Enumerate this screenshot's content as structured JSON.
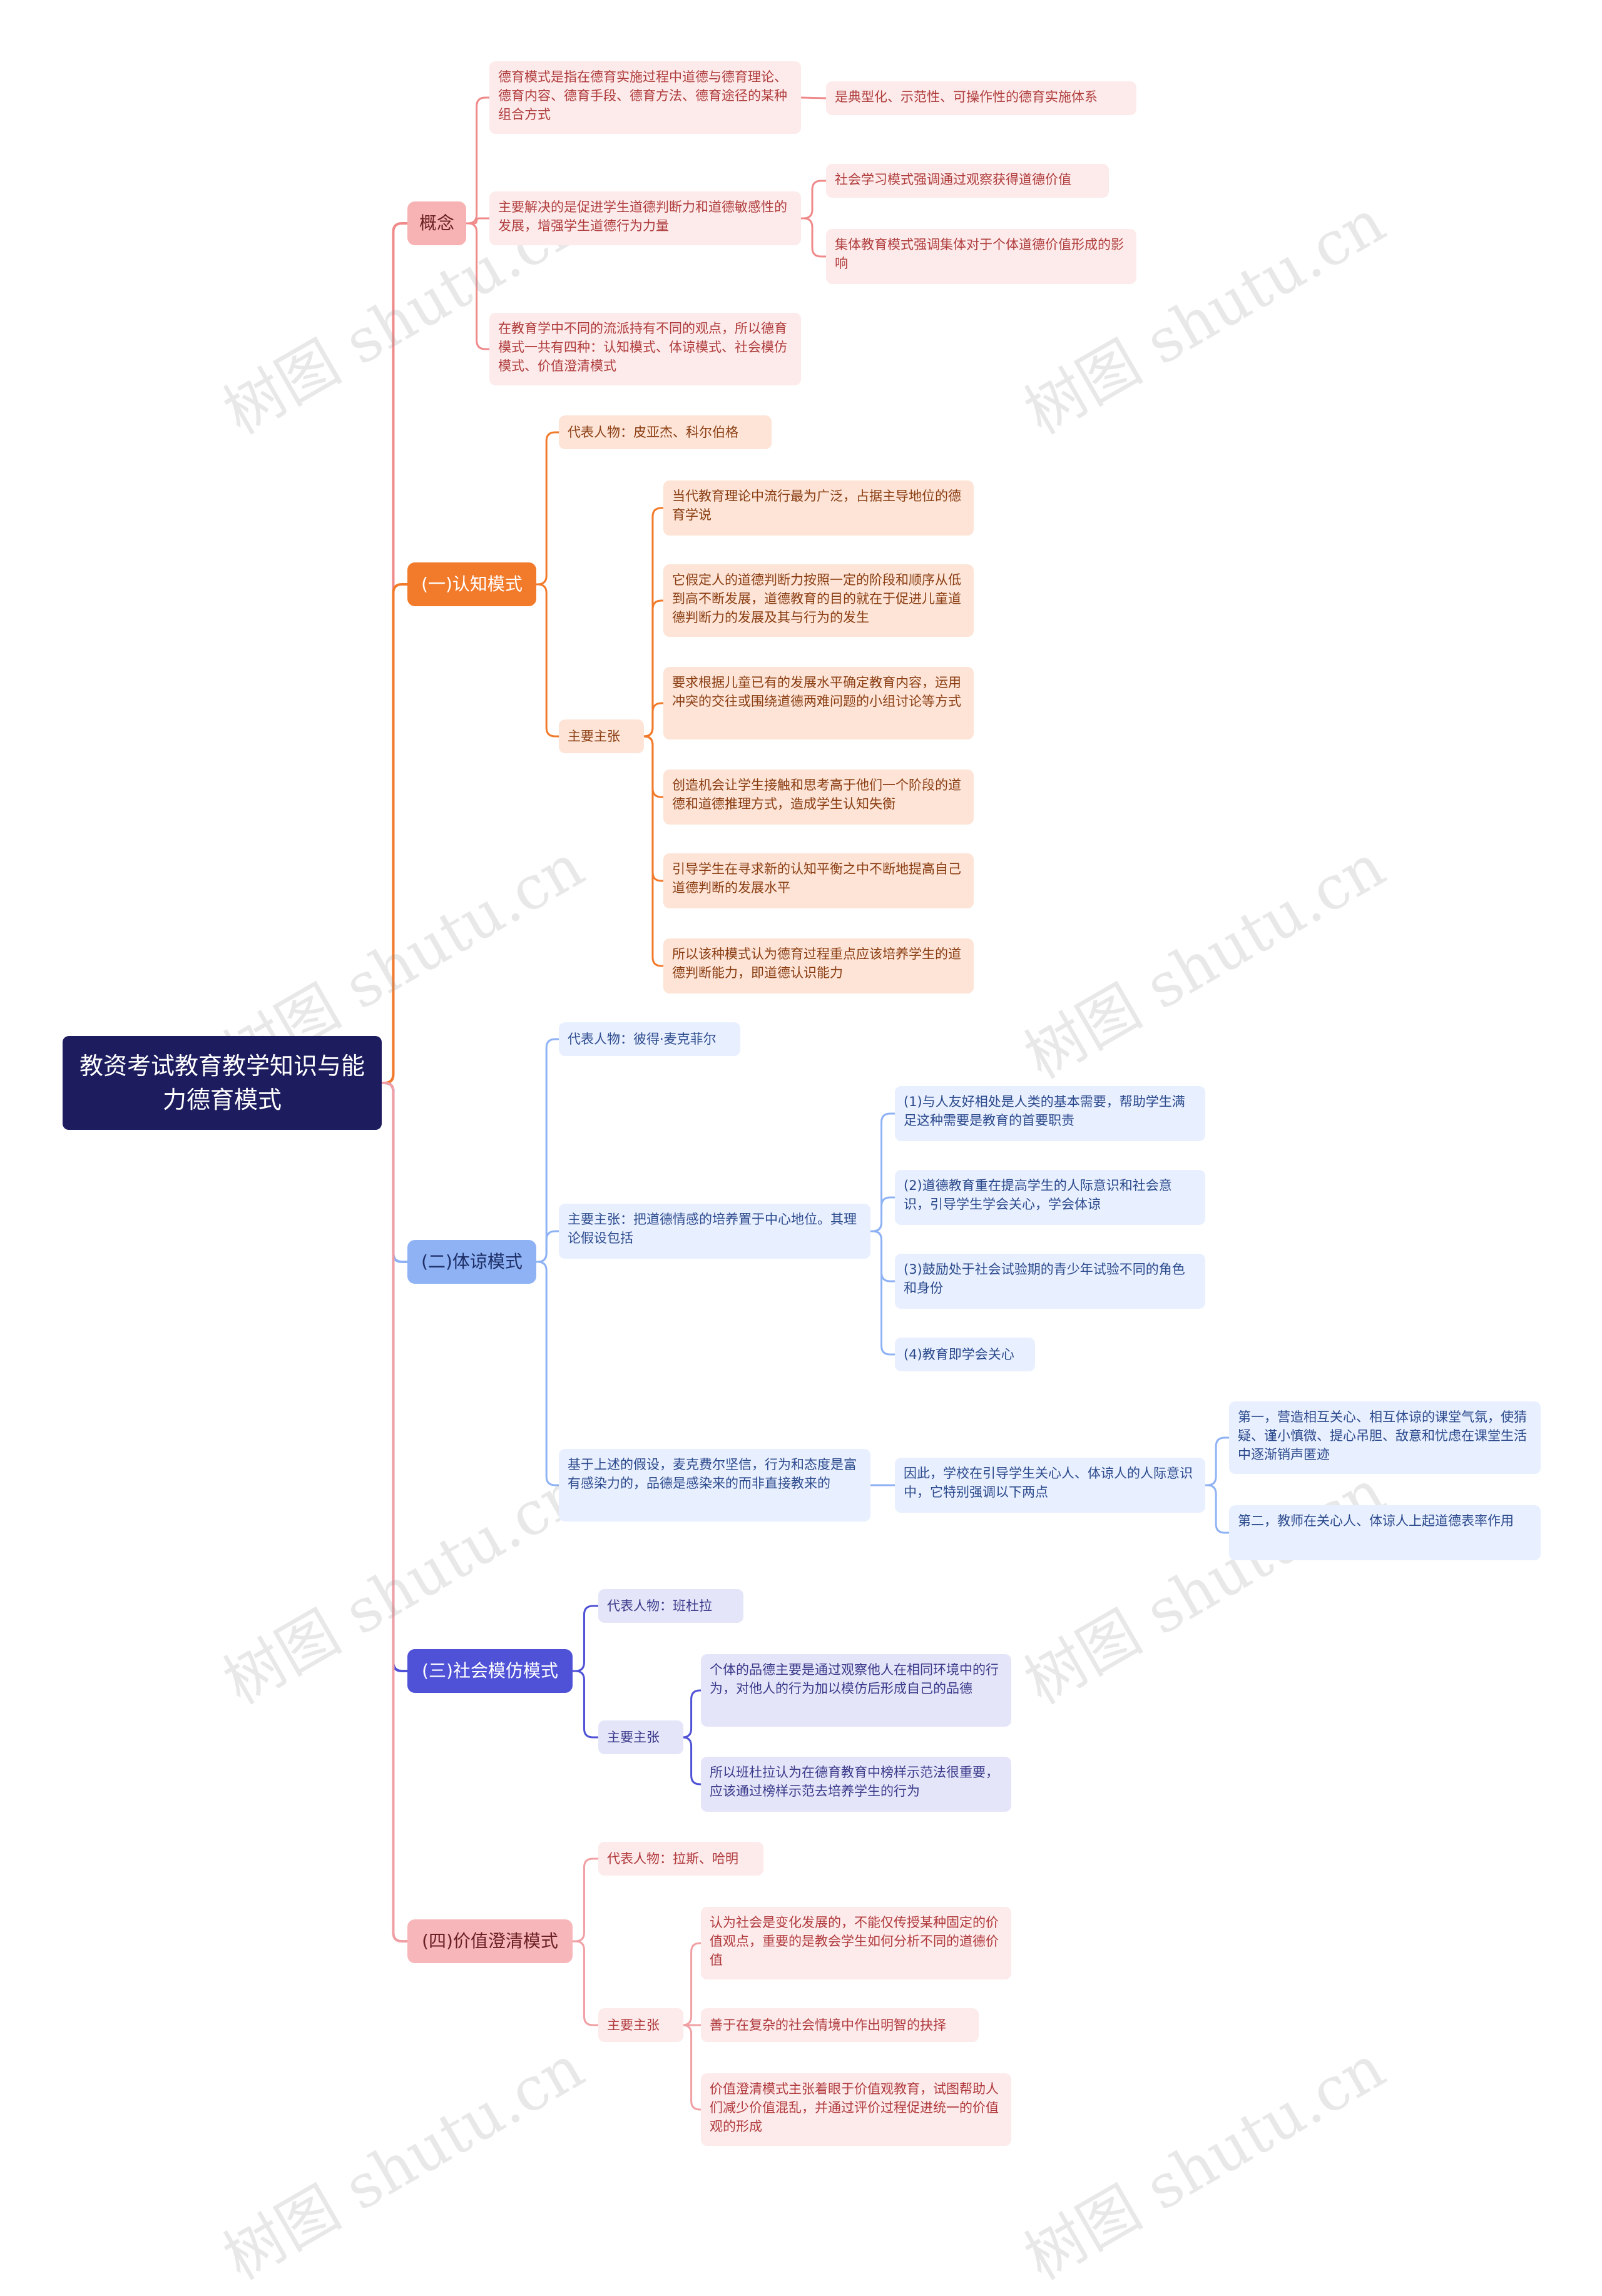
{
  "root": {
    "title": "教资考试教育教学知识与能力德育模式"
  },
  "colors": {
    "root": "#1d1c5e",
    "concept": "#f08a8a",
    "cognitive": "#f27a2b",
    "empathy": "#8fb2f5",
    "social": "#4f52d6",
    "values": "#f0a0a4"
  },
  "branches": {
    "concept": {
      "label": "概念",
      "items": [
        {
          "text": "德育模式是指在德育实施过程中道德与德育理论、德育内容、德育手段、德育方法、德育途径的某种组合方式",
          "children": [
            "是典型化、示范性、可操作性的德育实施体系"
          ]
        },
        {
          "text": "主要解决的是促进学生道德判断力和道德敏感性的发展，增强学生道德行为力量",
          "children": [
            "社会学习模式强调通过观察获得道德价值",
            "集体教育模式强调集体对于个体道德价值形成的影响"
          ]
        },
        {
          "text": "在教育学中不同的流派持有不同的观点，所以德育模式一共有四种：认知模式、体谅模式、社会模仿模式、价值澄清模式"
        }
      ]
    },
    "cognitive": {
      "label": "(一)认知模式",
      "representative": "代表人物：皮亚杰、科尔伯格",
      "claims_label": "主要主张",
      "claims": [
        "当代教育理论中流行最为广泛，占据主导地位的德育学说",
        "它假定人的道德判断力按照一定的阶段和顺序从低到高不断发展，道德教育的目的就在于促进儿童道德判断力的发展及其与行为的发生",
        "要求根据儿童已有的发展水平确定教育内容，运用冲突的交往或围绕道德两难问题的小组讨论等方式",
        "创造机会让学生接触和思考高于他们一个阶段的道德和道德推理方式，造成学生认知失衡",
        "引导学生在寻求新的认知平衡之中不断地提高自己道德判断的发展水平",
        "所以该种模式认为德育过程重点应该培养学生的道德判断能力，即道德认识能力"
      ]
    },
    "empathy": {
      "label": "(二)体谅模式",
      "representative": "代表人物：彼得·麦克菲尔",
      "claims_label": "主要主张：把道德情感的培养置于中心地位。其理论假设包括",
      "claims": [
        "(1)与人友好相处是人类的基本需要，帮助学生满足这种需要是教育的首要职责",
        "(2)道德教育重在提高学生的人际意识和社会意识，引导学生学会关心，学会体谅",
        "(3)鼓励处于社会试验期的青少年试验不同的角色和身份",
        "(4)教育即学会关心"
      ],
      "basis": "基于上述的假设，麦克费尔坚信，行为和态度是富有感染力的，品德是感染来的而非直接教来的",
      "therefore": "因此，学校在引导学生关心人、体谅人的人际意识中，它特别强调以下两点",
      "points": [
        "第一，营造相互关心、相互体谅的课堂气氛，使猜疑、谨小慎微、提心吊胆、敌意和忧虑在课堂生活中逐渐销声匿迹",
        "第二，教师在关心人、体谅人上起道德表率作用"
      ]
    },
    "social": {
      "label": "(三)社会模仿模式",
      "representative": "代表人物：班杜拉",
      "claims_label": "主要主张",
      "claims": [
        "个体的品德主要是通过观察他人在相同环境中的行为，对他人的行为加以模仿后形成自己的品德",
        "所以班杜拉认为在德育教育中榜样示范法很重要，应该通过榜样示范去培养学生的行为"
      ]
    },
    "values": {
      "label": "(四)价值澄清模式",
      "representative": "代表人物：拉斯、哈明",
      "claims_label": "主要主张",
      "claims": [
        "认为社会是变化发展的，不能仅传授某种固定的价值观点，重要的是教会学生如何分析不同的道德价值",
        "善于在复杂的社会情境中作出明智的抉择",
        "价值澄清模式主张着眼于价值观教育，试图帮助人们减少价值混乱，并通过评价过程促进统一的价值观的形成"
      ]
    }
  },
  "watermark": "树图 shutu.cn"
}
